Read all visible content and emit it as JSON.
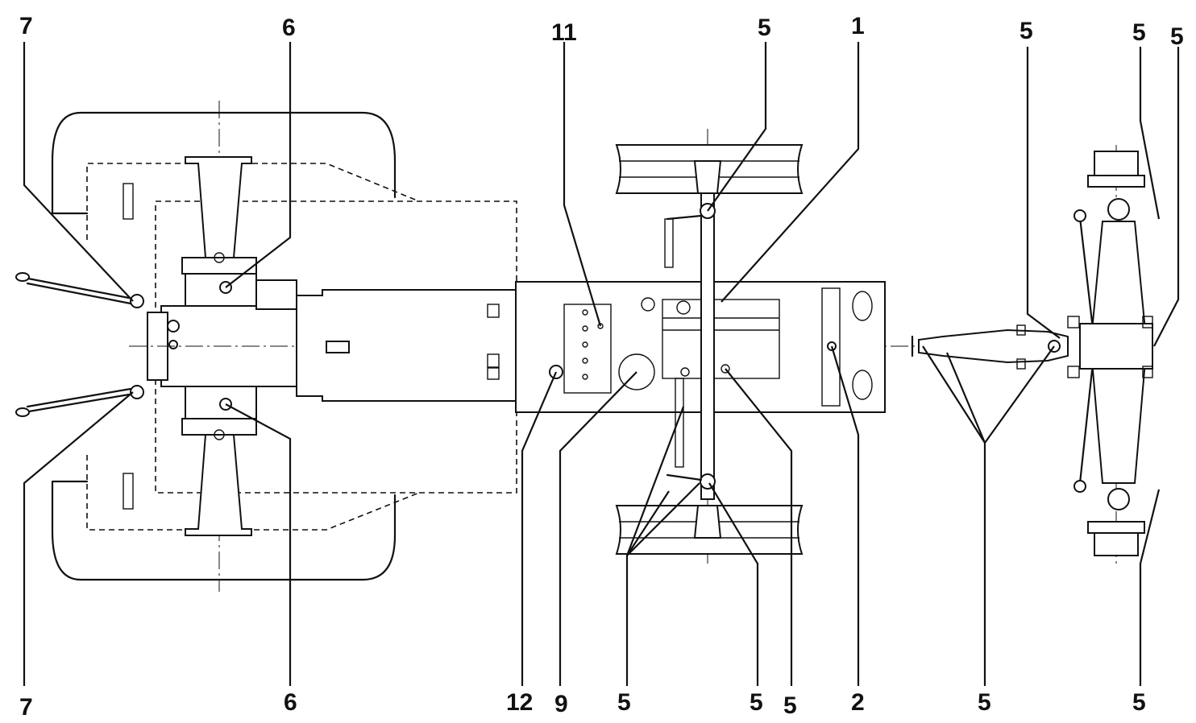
{
  "labels": {
    "l7a": "7",
    "l6a": "6",
    "l11": "11",
    "l5a": "5",
    "l1": "1",
    "l5b": "5",
    "l5c": "5",
    "l5d": "5",
    "l7b": "7",
    "l6b": "6",
    "l12": "12",
    "l9": "9",
    "l5e": "5",
    "l5f": "5",
    "l5g": "5",
    "l2": "2",
    "l5h": "5",
    "l5i": "5"
  }
}
